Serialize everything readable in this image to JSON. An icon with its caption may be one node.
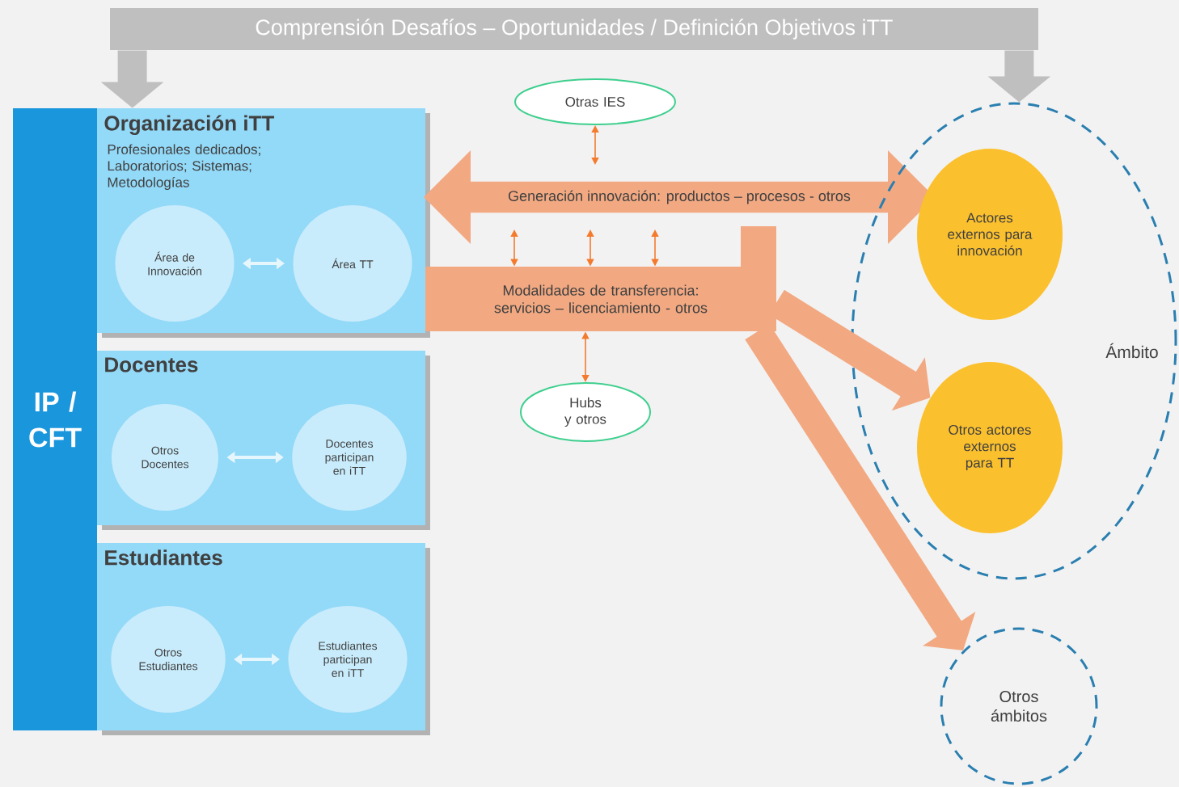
{
  "diagram": {
    "nodes": [
      {
        "text": [
          "Comprensión Desafíos – Oportunidades / Definición Objetivos iTT"
        ]
      },
      {
        "text": [
          "IP / CFT"
        ]
      },
      {
        "text": [
          "Organización iTT",
          "Profesionales dedicados; Laboratorios; Sistemas; Metodologías"
        ]
      },
      {
        "text": [
          "Área de Innovación"
        ],
        "in": 2
      },
      {
        "text": [
          "Área TT"
        ],
        "in": 2
      },
      {
        "text": [
          "Docentes"
        ]
      },
      {
        "text": [
          "Otros Docentes"
        ],
        "in": 5
      },
      {
        "text": [
          "Docentes participan en iTT"
        ],
        "in": 5
      },
      {
        "text": [
          "Estudiantes"
        ]
      },
      {
        "text": [
          "Otros Estudiantes"
        ],
        "in": 8
      },
      {
        "text": [
          "Estudiantes participan en iTT"
        ],
        "in": 8
      },
      {
        "text": [
          "Otras IES"
        ]
      },
      {
        "text": [
          "Generación innovación: productos – procesos - otros"
        ]
      },
      {
        "text": [
          "Modalidades de transferencia: servicios – licenciamiento - otros"
        ]
      },
      {
        "text": [
          "Hubs y otros"
        ]
      },
      {
        "text": [
          "Ámbito"
        ]
      },
      {
        "text": [
          "Actores externos para innovación"
        ],
        "in": 15
      },
      {
        "text": [
          "Otros actores externos para TT"
        ],
        "in": 15
      },
      {
        "text": [
          "Otros ámbitos"
        ]
      }
    ],
    "edges": [
      {
        "from": 0,
        "to": 2,
        "arrow": "to",
        "style": "thick",
        "color": "#bfbfbf"
      },
      {
        "from": 0,
        "to": 15,
        "arrow": "to",
        "style": "thick",
        "color": "#bfbfbf"
      },
      {
        "from": 3,
        "to": 4,
        "arrow": "both",
        "color": "#e6f6fd"
      },
      {
        "from": 6,
        "to": 7,
        "arrow": "both",
        "color": "#e6f6fd"
      },
      {
        "from": 9,
        "to": 10,
        "arrow": "both",
        "color": "#e6f6fd"
      },
      {
        "from": 11,
        "to": 12,
        "arrow": "both"
      },
      {
        "from": 12,
        "to": 13,
        "arrow": "both"
      },
      {
        "from": 12,
        "to": 13,
        "arrow": "both"
      },
      {
        "from": 12,
        "to": 13,
        "arrow": "both"
      },
      {
        "from": 13,
        "to": 14,
        "arrow": "both"
      },
      {
        "from": 13,
        "to": 17,
        "arrow": "to",
        "style": "thick",
        "color": "#f2a982"
      },
      {
        "from": 13,
        "to": 18,
        "arrow": "to",
        "style": "thick",
        "color": "#f2a982"
      }
    ]
  }
}
